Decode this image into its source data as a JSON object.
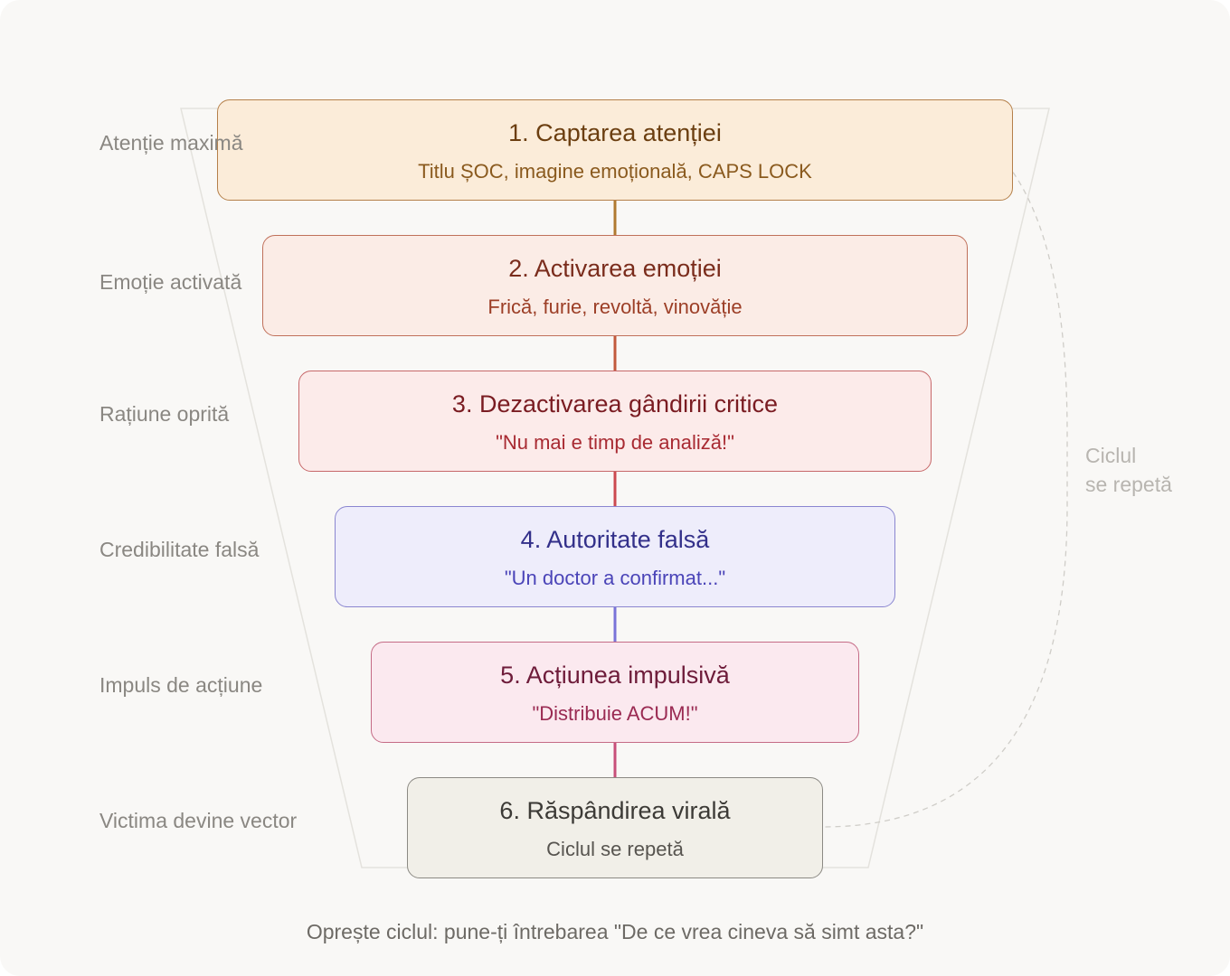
{
  "stages": [
    {
      "title": "1. Captarea atenției",
      "subtitle": "Titlu ȘOC, imagine emoțională, CAPS LOCK",
      "side_label": "Atenție maximă",
      "colors": {
        "fill": "#fbecd9",
        "border": "#b5804a",
        "title": "#6b3e10",
        "subtitle": "#8a5a1e",
        "connector": "#b07a30"
      }
    },
    {
      "title": "2. Activarea emoției",
      "subtitle": "Frică, furie, revoltă, vinovăție",
      "side_label": "Emoție activată",
      "colors": {
        "fill": "#fbece6",
        "border": "#c0705a",
        "title": "#7a2c1c",
        "subtitle": "#9c3e26",
        "connector": "#c25a3c"
      }
    },
    {
      "title": "3. Dezactivarea gândirii critice",
      "subtitle": "\"Nu mai e timp de analiză!\"",
      "side_label": "Rațiune oprită",
      "colors": {
        "fill": "#fcebea",
        "border": "#c7686a",
        "title": "#7a1c22",
        "subtitle": "#a82a32",
        "connector": "#cc4a50"
      }
    },
    {
      "title": "4. Autoritate falsă",
      "subtitle": "\"Un doctor a confirmat...\"",
      "side_label": "Credibilitate falsă",
      "colors": {
        "fill": "#eeedfb",
        "border": "#8a86d0",
        "title": "#33308a",
        "subtitle": "#4a44b8",
        "connector": "#7a74d8"
      }
    },
    {
      "title": "5. Acțiunea impulsivă",
      "subtitle": "\"Distribuie ACUM!\"",
      "side_label": "Impuls de acțiune",
      "colors": {
        "fill": "#fbe9ef",
        "border": "#c56b86",
        "title": "#6e1c3a",
        "subtitle": "#9a2a52",
        "connector": "#c8507a"
      }
    },
    {
      "title": "6. Răspândirea virală",
      "subtitle": "Ciclul se repetă",
      "side_label": "Victima devine vector",
      "colors": {
        "fill": "#f1efe8",
        "border": "#8c8a84",
        "title": "#3c3a36",
        "subtitle": "#57544f",
        "connector": "#8c8a84"
      }
    }
  ],
  "cycle_note": {
    "line1": "Ciclul",
    "line2": "se repetă"
  },
  "footer": "Oprește ciclul: pune-ți întrebarea \"De ce vrea cineva să simt asta?\"",
  "colors": {
    "background": "#f9f8f6",
    "funnel_outline": "#e4e2dd",
    "cycle_arrow": "#cfcdc8"
  }
}
